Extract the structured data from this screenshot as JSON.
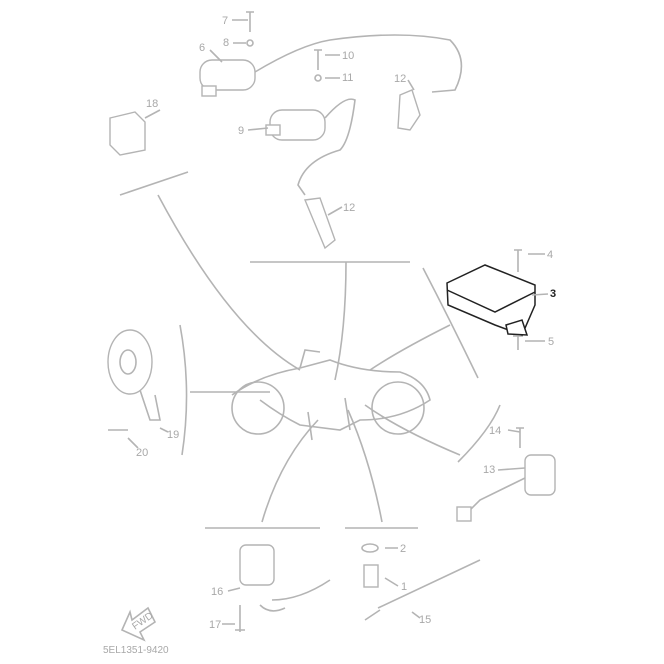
{
  "diagram": {
    "part_numbers": {
      "p1": "1",
      "p2": "2",
      "p3": "3",
      "p4": "4",
      "p5": "5",
      "p6": "6",
      "p7": "7",
      "p8": "8",
      "p9": "9",
      "p10": "10",
      "p11": "11",
      "p12a": "12",
      "p12b": "12",
      "p13": "13",
      "p14": "14",
      "p15": "15",
      "p16": "16",
      "p17": "17",
      "p18": "18",
      "p19": "19",
      "p20": "20"
    },
    "fwd_label": "FWD",
    "catalog_code": "5EL1351-9420",
    "highlight_color": "#222222",
    "line_color": "#b4b4b4"
  }
}
